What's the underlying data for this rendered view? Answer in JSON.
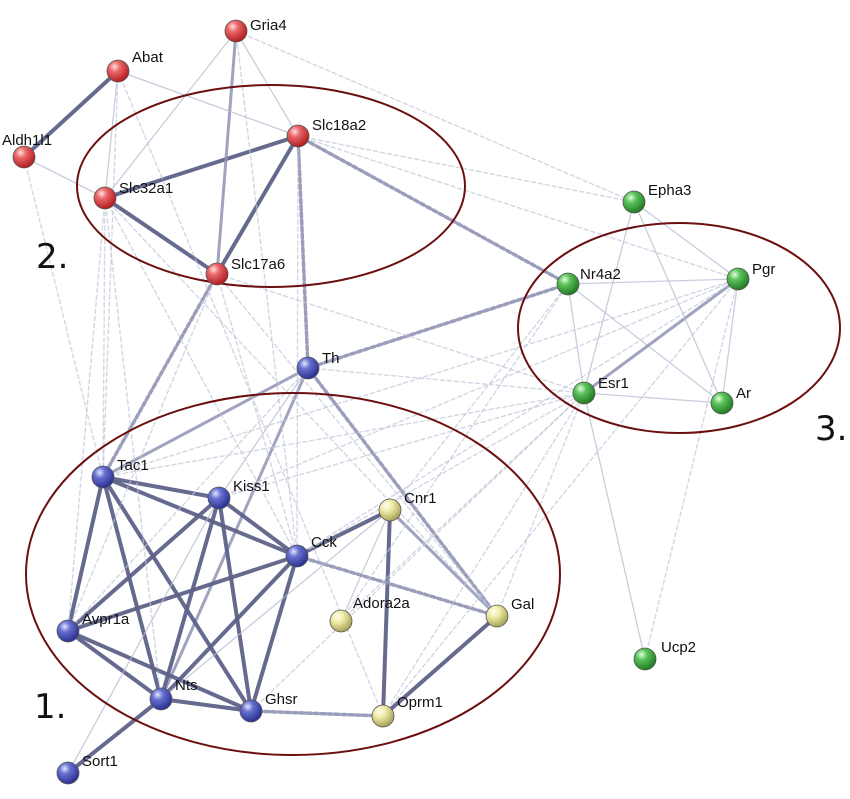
{
  "colors": {
    "red": "#e0484a",
    "green": "#3fae3f",
    "blue": "#4a54b8",
    "yellow": "#e6e09a",
    "ellipse": "#6b0f10",
    "strong_edge": "#5d6288",
    "weak_edge": "#b3b8cf"
  },
  "clusters": [
    {
      "label": "1."
    },
    {
      "label": "2."
    },
    {
      "label": "3."
    }
  ],
  "nodes": [
    {
      "id": "Gria4",
      "label": "Gria4",
      "color": "red"
    },
    {
      "id": "Abat",
      "label": "Abat",
      "color": "red"
    },
    {
      "id": "Aldh1l1",
      "label": "Aldh1l1",
      "color": "red"
    },
    {
      "id": "Slc18a2",
      "label": "Slc18a2",
      "color": "red"
    },
    {
      "id": "Slc32a1",
      "label": "Slc32a1",
      "color": "red"
    },
    {
      "id": "Slc17a6",
      "label": "Slc17a6",
      "color": "red"
    },
    {
      "id": "Epha3",
      "label": "Epha3",
      "color": "green"
    },
    {
      "id": "Nr4a2",
      "label": "Nr4a2",
      "color": "green"
    },
    {
      "id": "Pgr",
      "label": "Pgr",
      "color": "green"
    },
    {
      "id": "Esr1",
      "label": "Esr1",
      "color": "green"
    },
    {
      "id": "Ar",
      "label": "Ar",
      "color": "green"
    },
    {
      "id": "Ucp2",
      "label": "Ucp2",
      "color": "green"
    },
    {
      "id": "Th",
      "label": "Th",
      "color": "blue"
    },
    {
      "id": "Tac1",
      "label": "Tac1",
      "color": "blue"
    },
    {
      "id": "Kiss1",
      "label": "Kiss1",
      "color": "blue"
    },
    {
      "id": "Cck",
      "label": "Cck",
      "color": "blue"
    },
    {
      "id": "Avpr1a",
      "label": "Avpr1a",
      "color": "blue"
    },
    {
      "id": "Nts",
      "label": "Nts",
      "color": "blue"
    },
    {
      "id": "Ghsr",
      "label": "Ghsr",
      "color": "blue"
    },
    {
      "id": "Sort1",
      "label": "Sort1",
      "color": "blue"
    },
    {
      "id": "Cnr1",
      "label": "Cnr1",
      "color": "yellow"
    },
    {
      "id": "Adora2a",
      "label": "Adora2a",
      "color": "yellow"
    },
    {
      "id": "Gal",
      "label": "Gal",
      "color": "yellow"
    },
    {
      "id": "Oprm1",
      "label": "Oprm1",
      "color": "yellow"
    }
  ],
  "edges": [
    {
      "a": "Abat",
      "b": "Aldh1l1",
      "style": "strong"
    },
    {
      "a": "Slc32a1",
      "b": "Slc18a2",
      "style": "strong"
    },
    {
      "a": "Slc32a1",
      "b": "Slc17a6",
      "style": "strong"
    },
    {
      "a": "Slc18a2",
      "b": "Slc17a6",
      "style": "strong"
    },
    {
      "a": "Gria4",
      "b": "Slc17a6",
      "style": "medium"
    },
    {
      "a": "Abat",
      "b": "Slc32a1",
      "style": "light"
    },
    {
      "a": "Gria4",
      "b": "Slc32a1",
      "style": "light"
    },
    {
      "a": "Gria4",
      "b": "Slc18a2",
      "style": "light"
    },
    {
      "a": "Aldh1l1",
      "b": "Slc32a1",
      "style": "light"
    },
    {
      "a": "Abat",
      "b": "Slc18a2",
      "style": "light"
    },
    {
      "a": "Slc18a2",
      "b": "Th",
      "style": "dashed-strong"
    },
    {
      "a": "Slc18a2",
      "b": "Nr4a2",
      "style": "dashed-strong"
    },
    {
      "a": "Slc17a6",
      "b": "Tac1",
      "style": "dashed-strong"
    },
    {
      "a": "Nr4a2",
      "b": "Th",
      "style": "dashed-strong"
    },
    {
      "a": "Nr4a2",
      "b": "Pgr",
      "style": "light"
    },
    {
      "a": "Nr4a2",
      "b": "Esr1",
      "style": "light"
    },
    {
      "a": "Nr4a2",
      "b": "Ar",
      "style": "light"
    },
    {
      "a": "Pgr",
      "b": "Esr1",
      "style": "medium"
    },
    {
      "a": "Pgr",
      "b": "Ar",
      "style": "light"
    },
    {
      "a": "Esr1",
      "b": "Ar",
      "style": "light"
    },
    {
      "a": "Epha3",
      "b": "Esr1",
      "style": "light"
    },
    {
      "a": "Epha3",
      "b": "Pgr",
      "style": "light"
    },
    {
      "a": "Epha3",
      "b": "Ar",
      "style": "light"
    },
    {
      "a": "Th",
      "b": "Tac1",
      "style": "medium"
    },
    {
      "a": "Th",
      "b": "Nts",
      "style": "medium"
    },
    {
      "a": "Th",
      "b": "Gal",
      "style": "dashed-strong"
    },
    {
      "a": "Tac1",
      "b": "Kiss1",
      "style": "strong"
    },
    {
      "a": "Tac1",
      "b": "Cck",
      "style": "strong"
    },
    {
      "a": "Tac1",
      "b": "Avpr1a",
      "style": "strong"
    },
    {
      "a": "Tac1",
      "b": "Nts",
      "style": "strong"
    },
    {
      "a": "Tac1",
      "b": "Ghsr",
      "style": "strong"
    },
    {
      "a": "Kiss1",
      "b": "Cck",
      "style": "strong"
    },
    {
      "a": "Kiss1",
      "b": "Avpr1a",
      "style": "strong"
    },
    {
      "a": "Kiss1",
      "b": "Nts",
      "style": "strong"
    },
    {
      "a": "Kiss1",
      "b": "Ghsr",
      "style": "strong"
    },
    {
      "a": "Cck",
      "b": "Avpr1a",
      "style": "strong"
    },
    {
      "a": "Cck",
      "b": "Nts",
      "style": "strong"
    },
    {
      "a": "Cck",
      "b": "Ghsr",
      "style": "strong"
    },
    {
      "a": "Avpr1a",
      "b": "Nts",
      "style": "strong"
    },
    {
      "a": "Avpr1a",
      "b": "Ghsr",
      "style": "strong"
    },
    {
      "a": "Nts",
      "b": "Ghsr",
      "style": "strong"
    },
    {
      "a": "Nts",
      "b": "Sort1",
      "style": "strong"
    },
    {
      "a": "Cck",
      "b": "Cnr1",
      "style": "strong"
    },
    {
      "a": "Cnr1",
      "b": "Oprm1",
      "style": "strong"
    },
    {
      "a": "Cnr1",
      "b": "Gal",
      "style": "medium"
    },
    {
      "a": "Gal",
      "b": "Oprm1",
      "style": "strong"
    },
    {
      "a": "Cnr1",
      "b": "Adora2a",
      "style": "light"
    },
    {
      "a": "Cck",
      "b": "Gal",
      "style": "dashed-strong"
    },
    {
      "a": "Ghsr",
      "b": "Oprm1",
      "style": "dashed-strong"
    },
    {
      "a": "Kiss1",
      "b": "Th",
      "style": "light"
    },
    {
      "a": "Nts",
      "b": "Cnr1",
      "style": "light"
    },
    {
      "a": "Ucp2",
      "b": "Esr1",
      "style": "light"
    },
    {
      "a": "Tac1",
      "b": "Esr1",
      "style": "dashed-light"
    },
    {
      "a": "Cck",
      "b": "Esr1",
      "style": "dashed-light"
    },
    {
      "a": "Kiss1",
      "b": "Esr1",
      "style": "dashed-light"
    },
    {
      "a": "Gal",
      "b": "Esr1",
      "style": "dashed-light"
    },
    {
      "a": "Oprm1",
      "b": "Esr1",
      "style": "dashed-light"
    },
    {
      "a": "Tac1",
      "b": "Pgr",
      "style": "dashed-light"
    },
    {
      "a": "Kiss1",
      "b": "Pgr",
      "style": "dashed-light"
    },
    {
      "a": "Cck",
      "b": "Pgr",
      "style": "dashed-light"
    },
    {
      "a": "Oprm1",
      "b": "Pgr",
      "style": "dashed-light"
    },
    {
      "a": "Cnr1",
      "b": "Nr4a2",
      "style": "dashed-light"
    },
    {
      "a": "Adora2a",
      "b": "Nr4a2",
      "style": "dashed-light"
    },
    {
      "a": "Th",
      "b": "Esr1",
      "style": "dashed-light"
    },
    {
      "a": "Th",
      "b": "Avpr1a",
      "style": "dashed-light"
    },
    {
      "a": "Slc32a1",
      "b": "Avpr1a",
      "style": "dashed-light"
    },
    {
      "a": "Slc32a1",
      "b": "Cck",
      "style": "dashed-light"
    },
    {
      "a": "Slc32a1",
      "b": "Nts",
      "style": "dashed-light"
    },
    {
      "a": "Slc32a1",
      "b": "Gal",
      "style": "dashed-light"
    },
    {
      "a": "Slc17a6",
      "b": "Cck",
      "style": "dashed-light"
    },
    {
      "a": "Slc17a6",
      "b": "Gal",
      "style": "dashed-light"
    },
    {
      "a": "Slc17a6",
      "b": "Avpr1a",
      "style": "dashed-light"
    },
    {
      "a": "Slc17a6",
      "b": "Esr1",
      "style": "dashed-light"
    },
    {
      "a": "Slc18a2",
      "b": "Cck",
      "style": "dashed-light"
    },
    {
      "a": "Slc18a2",
      "b": "Epha3",
      "style": "dashed-light"
    },
    {
      "a": "Slc18a2",
      "b": "Pgr",
      "style": "dashed-light"
    },
    {
      "a": "Gria4",
      "b": "Epha3",
      "style": "dashed-light"
    },
    {
      "a": "Gria4",
      "b": "Cck",
      "style": "dashed-light"
    },
    {
      "a": "Abat",
      "b": "Tac1",
      "style": "dashed-light"
    },
    {
      "a": "Abat",
      "b": "Oprm1",
      "style": "dashed-light"
    },
    {
      "a": "Aldh1l1",
      "b": "Tac1",
      "style": "dashed-light"
    },
    {
      "a": "Slc32a1",
      "b": "Tac1",
      "style": "dashed-light"
    },
    {
      "a": "Adora2a",
      "b": "Esr1",
      "style": "dashed-light"
    },
    {
      "a": "Ghsr",
      "b": "Esr1",
      "style": "dashed-light"
    },
    {
      "a": "Ucp2",
      "b": "Pgr",
      "style": "dashed-light"
    },
    {
      "a": "Sort1",
      "b": "Kiss1",
      "style": "light"
    }
  ]
}
